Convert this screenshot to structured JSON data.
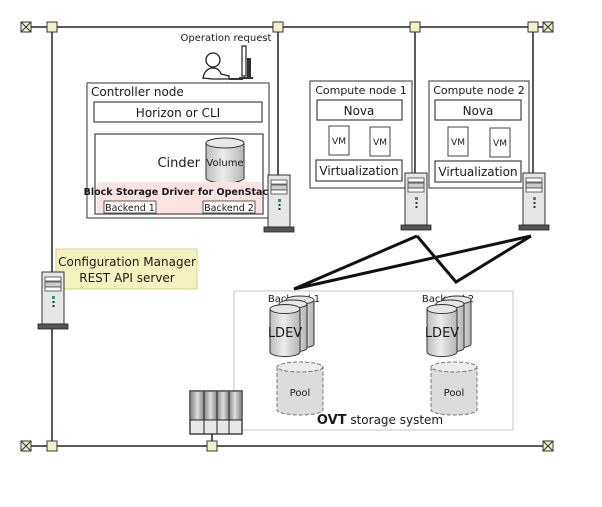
{
  "operator": {
    "label": "Operation request"
  },
  "controller": {
    "title": "Controller node",
    "horizon": "Horizon or CLI",
    "cinder": "Cinder",
    "volume": "Volume",
    "driver": "Block Storage Driver for OpenStack",
    "backend1": "Backend 1",
    "backend2": "Backend 2",
    "driver_color": "#fbe3e3"
  },
  "compute_nodes": [
    {
      "title": "Compute node 1",
      "nova": "Nova",
      "vm1": "VM",
      "vm2": "VM",
      "virt": "Virtualization"
    },
    {
      "title": "Compute node 2",
      "nova": "Nova",
      "vm1": "VM",
      "vm2": "VM",
      "virt": "Virtualization"
    }
  ],
  "config_manager": {
    "line1": "Configuration Manager",
    "line2": "REST API server",
    "bg_color": "#f5f2c0"
  },
  "storage": {
    "backends": [
      {
        "label": "Backend 1",
        "ldev": "LDEV",
        "pool": "Pool"
      },
      {
        "label": "Backend 2",
        "ldev": "LDEV",
        "pool": "Pool"
      }
    ],
    "name_bold": "OVT",
    "name_rest": " storage system"
  },
  "colors": {
    "connector": "#f3f0c4",
    "cylinder": "#d8d8d8"
  }
}
